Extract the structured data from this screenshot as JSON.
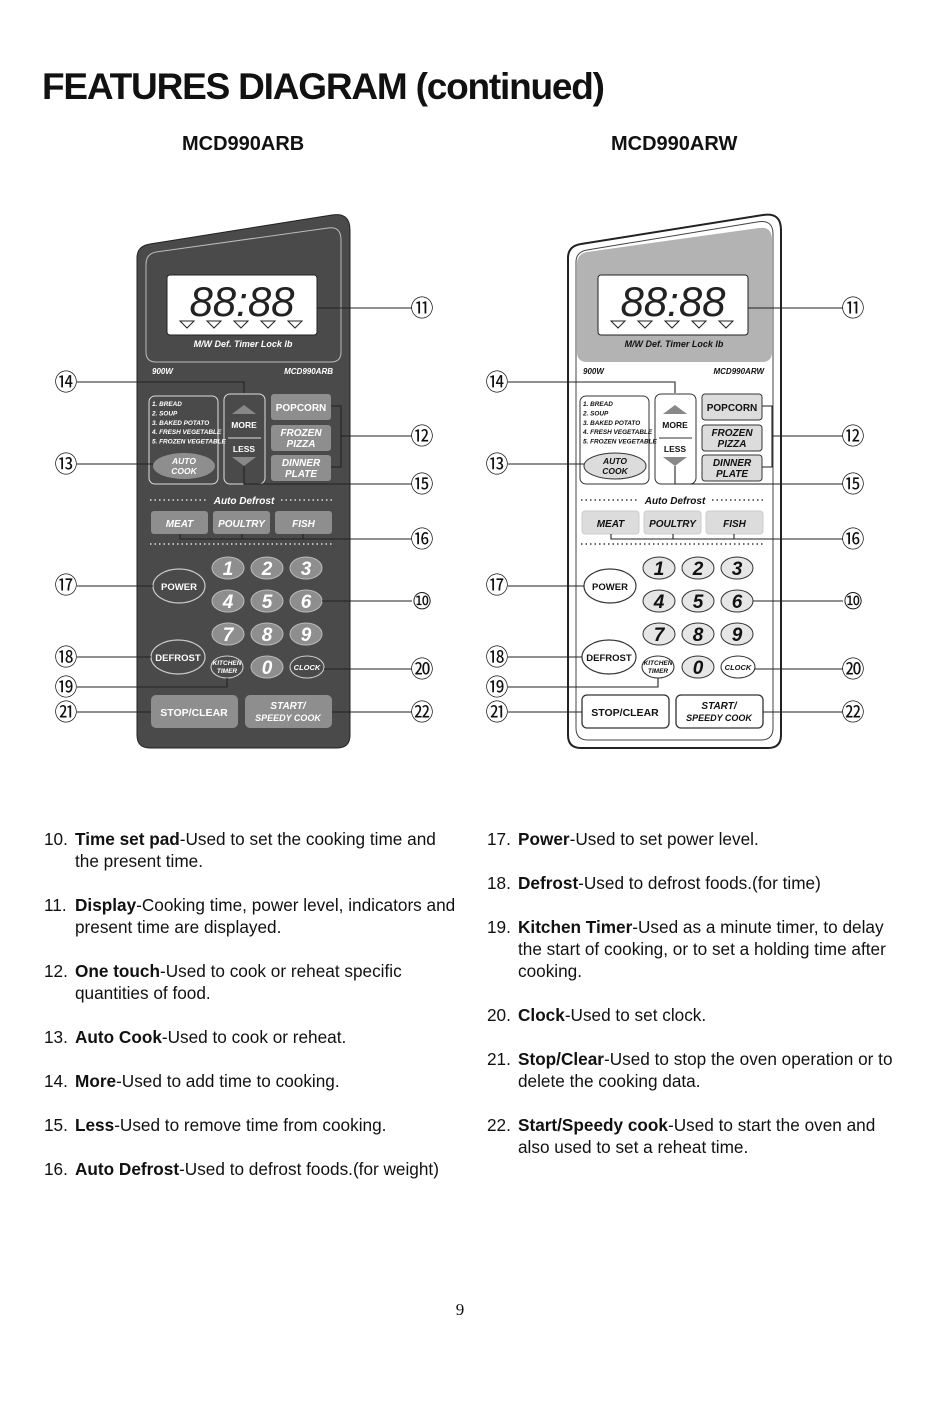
{
  "page": {
    "title": "FEATURES DIAGRAM (continued)",
    "page_number": "9"
  },
  "panels": [
    {
      "model": "MCD990ARB",
      "theme": "dark",
      "colors": {
        "body": "#4a4a4a",
        "button": "#8e8e8e",
        "text": "#ffffff",
        "display_area": "#4a4a4a"
      },
      "display": {
        "digits": "88:88",
        "indicators": "M/W  Def.  Timer  Lock   lb"
      },
      "power_rating": "900W",
      "model_label": "MCD990ARB"
    },
    {
      "model": "MCD990ARW",
      "theme": "light",
      "colors": {
        "body": "#ffffff",
        "button": "#dcdcdc",
        "text": "#111111",
        "display_area": "#b3b3b3"
      },
      "display": {
        "digits": "88:88",
        "indicators": "M/W  Def.  Timer  Lock   lb"
      },
      "power_rating": "900W",
      "model_label": "MCD990ARW"
    }
  ],
  "panel_labels": {
    "auto_cook_menu": [
      "1. BREAD",
      "2. SOUP",
      "3. BAKED POTATO",
      "4. FRESH VEGETABLE",
      "5. FROZEN VEGETABLE"
    ],
    "auto_cook": [
      "AUTO",
      "COOK"
    ],
    "more": "MORE",
    "less": "LESS",
    "popcorn": "POPCORN",
    "frozen_pizza": [
      "FROZEN",
      "PIZZA"
    ],
    "dinner_plate": [
      "DINNER",
      "PLATE"
    ],
    "auto_defrost": "Auto Defrost",
    "meat": "MEAT",
    "poultry": "POULTRY",
    "fish": "FISH",
    "power": "POWER",
    "defrost": "DEFROST",
    "kitchen_timer": [
      "KITCHEN",
      "TIMER"
    ],
    "clock": "CLOCK",
    "stop_clear": "STOP/CLEAR",
    "start_speedy": [
      "START/",
      "SPEEDY COOK"
    ],
    "keypad": [
      "1",
      "2",
      "3",
      "4",
      "5",
      "6",
      "7",
      "8",
      "9",
      "0"
    ]
  },
  "callouts": [
    "⑪",
    "⑫",
    "⑬",
    "⑭",
    "⑮",
    "⑯",
    "⑰",
    "⑱",
    "⑲",
    "⑩",
    "⑳",
    "㉑",
    "㉒"
  ],
  "descriptions_left": [
    {
      "num": "10.",
      "term": "Time set pad",
      "text": "-Used to set the cooking time and the present time."
    },
    {
      "num": "11.",
      "term": "Display",
      "text": "-Cooking time, power level, indicators and present time are displayed."
    },
    {
      "num": "12.",
      "term": "One touch",
      "text": "-Used to cook or reheat specific quantities of food."
    },
    {
      "num": "13.",
      "term": "Auto Cook",
      "text": "-Used to cook or reheat."
    },
    {
      "num": "14.",
      "term": "More",
      "text": "-Used to add time to cooking."
    },
    {
      "num": "15.",
      "term": "Less",
      "text": "-Used to remove time from cooking."
    },
    {
      "num": "16.",
      "term": "Auto Defrost",
      "text": "-Used to defrost foods.(for weight)"
    }
  ],
  "descriptions_right": [
    {
      "num": "17.",
      "term": "Power",
      "text": "-Used to set power level."
    },
    {
      "num": "18.",
      "term": "Defrost",
      "text": "-Used to defrost foods.(for time)"
    },
    {
      "num": "19.",
      "term": "Kitchen Timer",
      "text": "-Used as a minute timer, to delay the start of cooking, or to set a holding time after cooking."
    },
    {
      "num": "20.",
      "term": "Clock",
      "text": "-Used to set clock."
    },
    {
      "num": "21.",
      "term": "Stop/Clear",
      "text": "-Used to stop the oven operation or to delete the cooking data."
    },
    {
      "num": "22.",
      "term": "Start/Speedy cook",
      "text": "-Used to start the oven and also used to set a reheat time."
    }
  ]
}
